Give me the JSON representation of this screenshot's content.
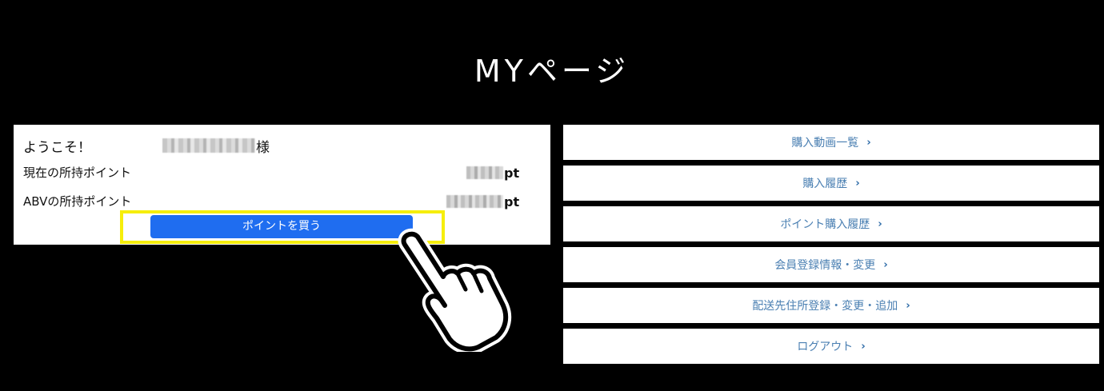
{
  "page": {
    "title": "MYページ"
  },
  "account": {
    "welcome": "ようこそ！",
    "user_suffix": "様",
    "current_points_label": "現在の所持ポイント",
    "current_points_unit": "pt",
    "abv_points_label": "ABVの所持ポイント",
    "abv_points_unit": "pt",
    "buy_button_label": "ポイントを買う"
  },
  "menu": {
    "items": [
      {
        "label": "購入動画一覧",
        "chevron": "›"
      },
      {
        "label": "購入履歴",
        "chevron": "›"
      },
      {
        "label": "ポイント購入履歴",
        "chevron": "›"
      },
      {
        "label": "会員登録情報・変更",
        "chevron": "›"
      },
      {
        "label": "配送先住所登録・変更・追加",
        "chevron": "›"
      },
      {
        "label": "ログアウト",
        "chevron": "›"
      }
    ]
  },
  "colors": {
    "background": "#000000",
    "highlight": "#f6ee0b",
    "button": "#1f6df0",
    "menu_text": "#4a7fb2"
  },
  "icons": {
    "pointer": "pointing-hand-icon",
    "chevron": "chevron-right-icon"
  }
}
